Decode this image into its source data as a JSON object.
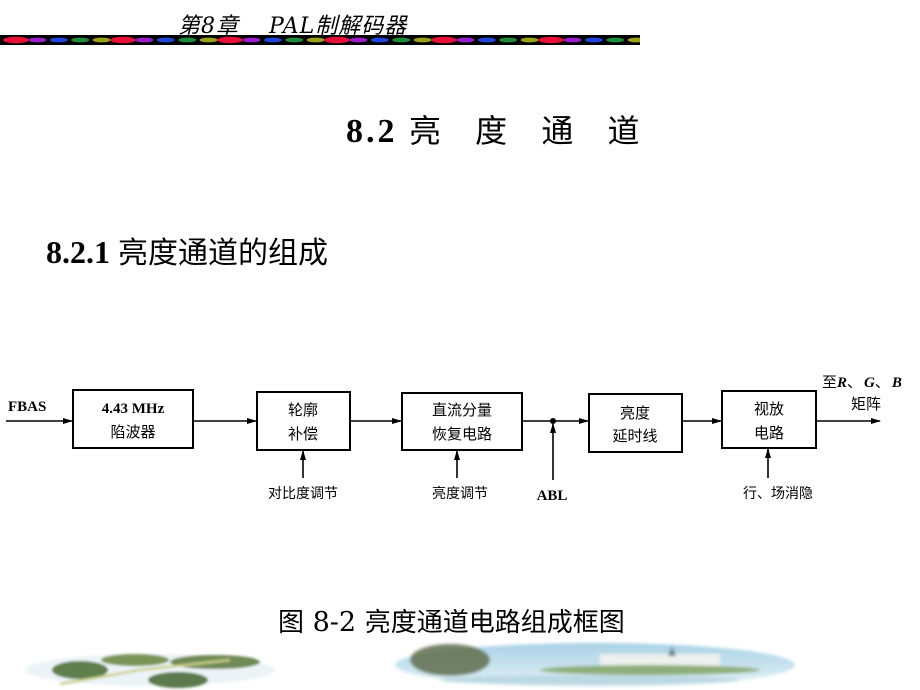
{
  "header": {
    "chapter_label": "第8章",
    "chapter_topic": "PAL制解码器",
    "rainbow_colors": [
      "#e8103a",
      "#9a1fc8",
      "#1f46d8",
      "#1e8a3a",
      "#9aa018"
    ]
  },
  "section": {
    "number": "8.2",
    "title": "亮 度 通 道"
  },
  "subsection": {
    "number": "8.2.1",
    "title": "亮度通道的组成"
  },
  "diagram": {
    "input_label": "FBAS",
    "blocks": [
      {
        "line1": "4.43 MHz",
        "line2": "陷波器"
      },
      {
        "line1": "轮廓",
        "line2": "补偿"
      },
      {
        "line1": "直流分量",
        "line2": "恢复电路"
      },
      {
        "line1": "亮度",
        "line2": "延时线"
      },
      {
        "line1": "视放",
        "line2": "电路"
      }
    ],
    "control_inputs": [
      {
        "label": "对比度调节",
        "target": "轮廓补偿"
      },
      {
        "label": "亮度调节",
        "target": "直流分量恢复电路"
      },
      {
        "label": "ABL",
        "target": "junction"
      },
      {
        "label": "行、场消隐",
        "target": "视放电路"
      }
    ],
    "output_label_line1_prefix": "至",
    "output_label_R": "R",
    "output_label_sep1": "、",
    "output_label_G": "G",
    "output_label_sep2": "、",
    "output_label_B": "B",
    "output_label_line2": "矩阵"
  },
  "caption": {
    "prefix": "图",
    "number": "8-2",
    "text": "亮度通道电路组成框图"
  },
  "decorations": {
    "leaves_icon": "leaves-image",
    "landscape_icon": "landscape-image"
  }
}
